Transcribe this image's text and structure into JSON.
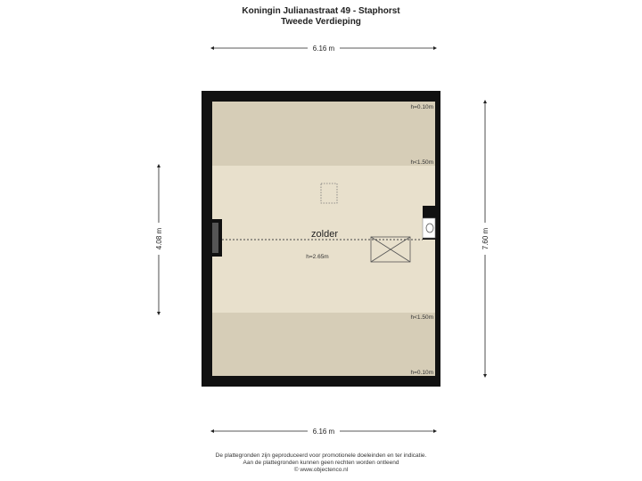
{
  "header": {
    "title": "Koningin Julianastraat 49 - Staphorst",
    "subtitle": "Tweede Verdieping"
  },
  "dimensions": {
    "top_width": "6.16 m",
    "bottom_width": "6.16 m",
    "left_height": "4.08 m",
    "right_height": "7.60 m"
  },
  "room": {
    "name": "zolder",
    "height": "h=2.65m"
  },
  "heights": {
    "top_edge": "h=0.10m",
    "top_inner": "h<1.50m",
    "bottom_inner": "h<1.50m",
    "bottom_edge": "h=0.10m"
  },
  "colors": {
    "wall": "#111111",
    "low_zone": "#d6cdb7",
    "main_zone": "#e8e0cc"
  },
  "footer": {
    "line1": "De plattegronden zijn geproduceerd voor promotionele doeleinden en ter indicatie.",
    "line2": "Aan de plattegronden kunnen geen rechten worden ontleend",
    "line3": "© www.objectenco.nl"
  }
}
